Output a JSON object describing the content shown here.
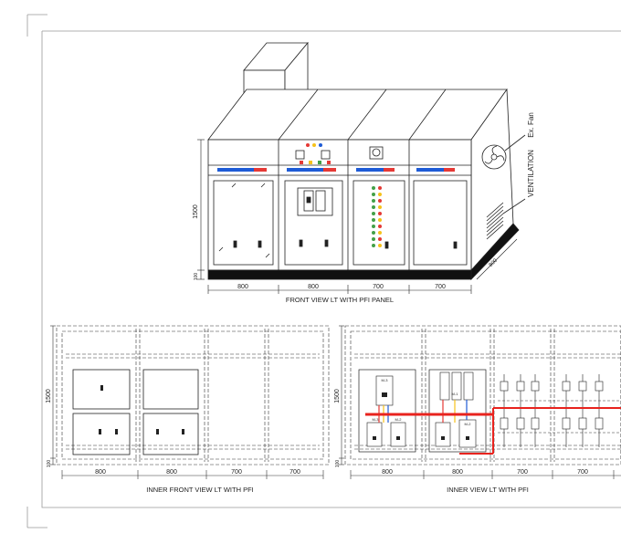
{
  "views": {
    "front": {
      "caption": "FRONT VIEW LT WITH PFI PANEL",
      "height_label": "1500",
      "base_label": "100",
      "depth_label": "800",
      "widths": [
        "800",
        "800",
        "700",
        "700"
      ]
    },
    "inner_front": {
      "caption": "INNER FRONT VIEW LT WITH PFI",
      "height_label": "1500",
      "base_label": "100",
      "widths": [
        "800",
        "800",
        "700",
        "700"
      ]
    },
    "inner": {
      "caption": "INNER VIEW LT WITH PFI",
      "height_label": "1500",
      "base_label": "100",
      "widths": [
        "800",
        "800",
        "700",
        "700"
      ]
    }
  },
  "callouts": {
    "fan": "Ex. Fan",
    "ventilation": "VENTILATION"
  },
  "breakers": [
    "M-3",
    "M-1",
    "M-3",
    "M-2",
    "M-2"
  ],
  "colors": {
    "busbar": "#e8231e",
    "indicator_red": "#e53935",
    "indicator_yellow": "#f6c21a",
    "indicator_green": "#43a047",
    "indicator_blue": "#1e5bd6"
  }
}
